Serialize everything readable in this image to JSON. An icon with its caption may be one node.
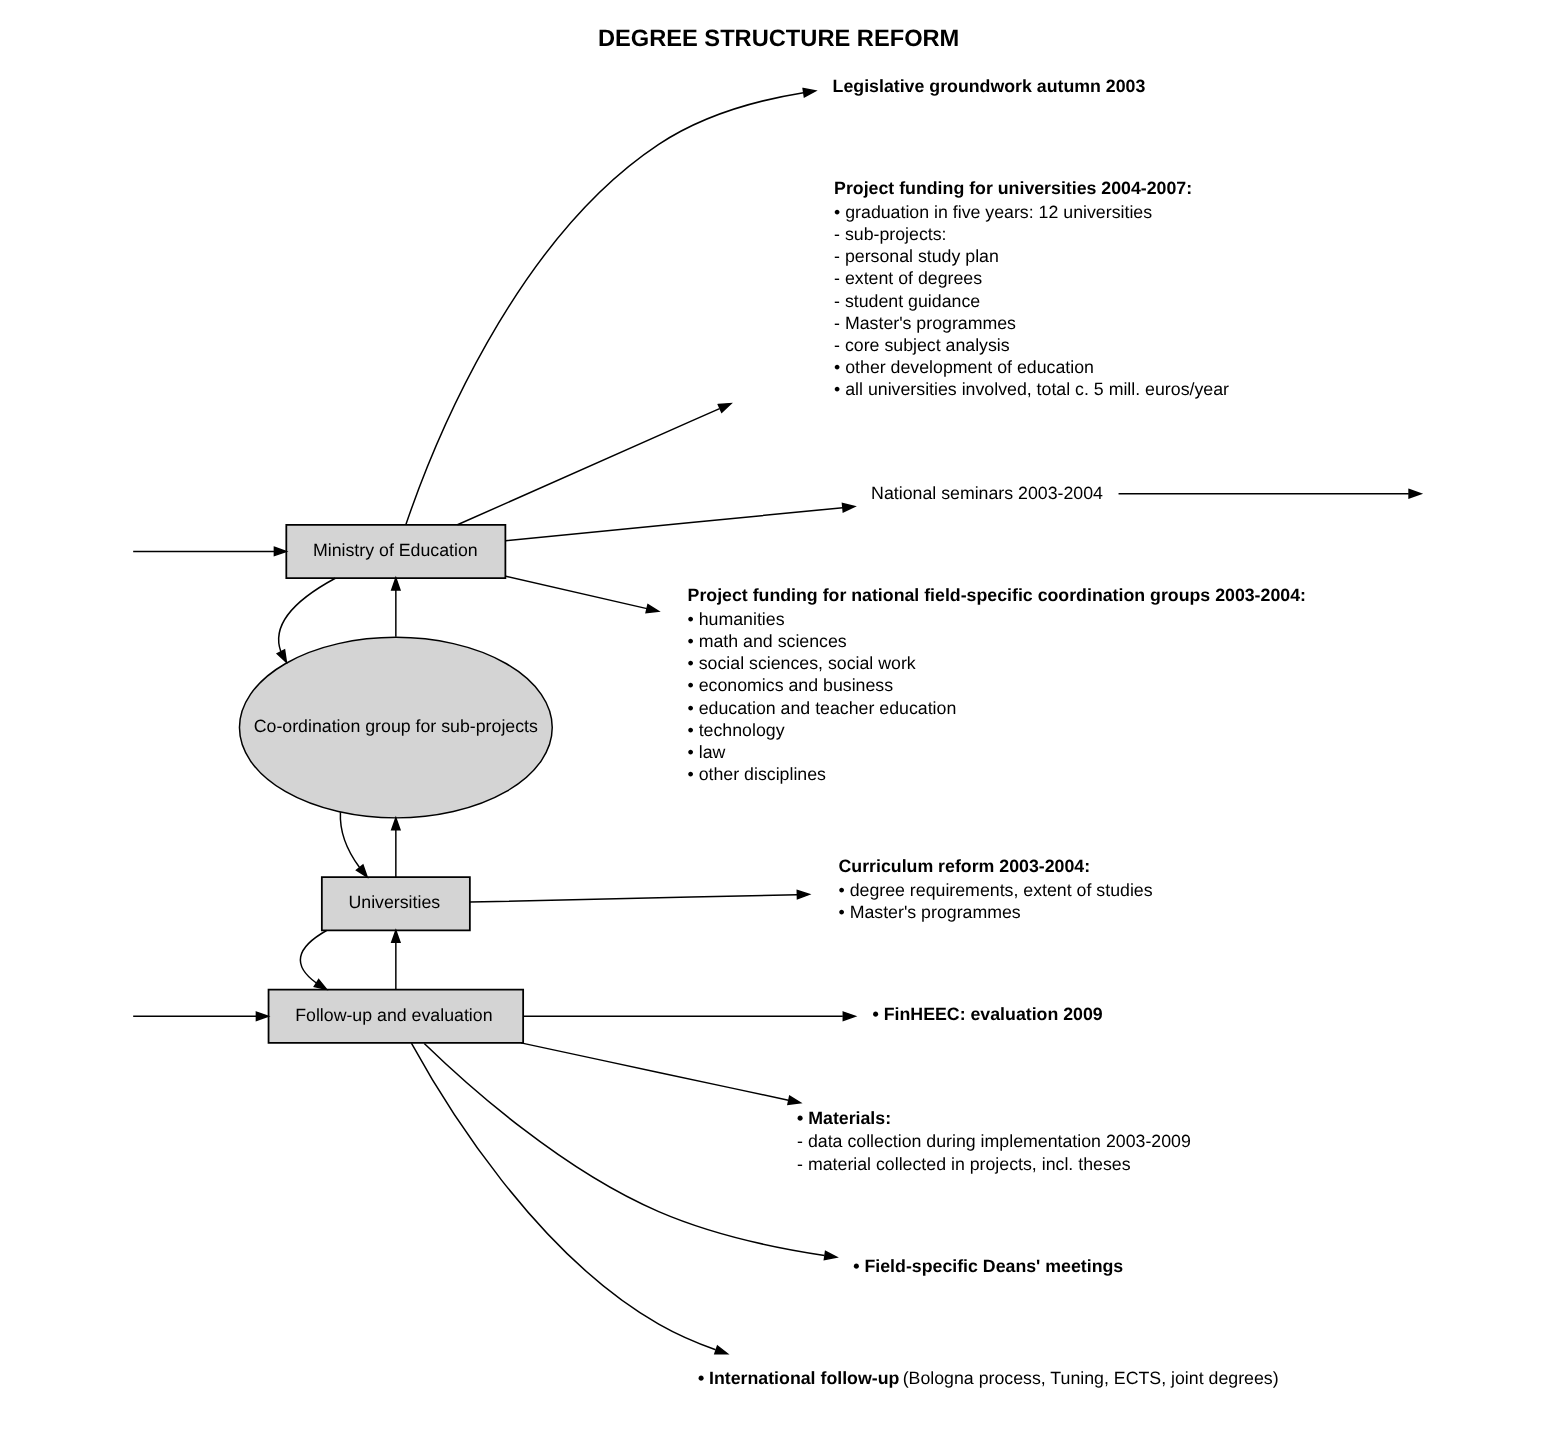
{
  "diagram": {
    "title": "DEGREE STRUCTURE REFORM",
    "nodes": [
      {
        "text": [
          "Ministry of Education"
        ]
      },
      {
        "text": [
          "Legislative groundwork autumn 2003"
        ]
      },
      {
        "text": [
          "Project funding for universities 2004-2007:",
          "• graduation in five years: 12 universities",
          "- sub-projects:",
          "- personal study plan",
          "- extent of degrees",
          "- student guidance",
          "- Master's programmes",
          "- core subject analysis",
          "• other development of education",
          "• all universities involved, total c. 5 mill. euros/year"
        ]
      },
      {
        "text": [
          "Co-ordination group for sub-projects"
        ]
      },
      {
        "text": [
          "National seminars 2003-2004"
        ]
      },
      {
        "text": [
          "Project funding for national field-specific coordination groups 2003-2004:",
          "• humanities",
          "• math and sciences",
          "• social sciences, social work",
          "• economics and business",
          "• education and teacher education",
          "• technology",
          "• law",
          "• other disciplines"
        ]
      },
      {
        "text": [
          "Universities"
        ]
      },
      {
        "text": [
          "Curriculum reform 2003-2004:",
          "• degree requirements, extent of studies",
          "• Master's programmes"
        ]
      },
      {
        "text": [
          "Follow-up and evaluation"
        ]
      },
      {
        "text": [
          "• FinHEEC: evaluation 2009"
        ]
      },
      {
        "text": [
          "• Materials:",
          "- data collection during implementation 2003-2009",
          "- material collected in projects, incl. theses"
        ]
      },
      {
        "text": [
          "• Field-specific Deans' meetings"
        ]
      },
      {
        "text": [
          "**• International follow-up** (Bologna process, Tuning, ECTS, joint degrees)"
        ]
      }
    ],
    "edges": [
      {
        "from": null,
        "to": 0,
        "arrow": "to"
      },
      {
        "from": null,
        "to": 8,
        "arrow": "to"
      },
      {
        "from": 0,
        "to": 1,
        "arrow": "to"
      },
      {
        "from": 0,
        "to": 2,
        "arrow": "to"
      },
      {
        "from": 3,
        "to": 0,
        "arrow": "to"
      },
      {
        "from": 0,
        "to": 3,
        "arrow": "to"
      },
      {
        "from": 0,
        "to": 4,
        "arrow": "to"
      },
      {
        "from": 0,
        "to": 5,
        "arrow": "to"
      },
      {
        "from": 6,
        "to": 3,
        "arrow": "to"
      },
      {
        "from": 3,
        "to": 6,
        "arrow": "to"
      },
      {
        "from": 4,
        "to": null,
        "arrow": "to"
      },
      {
        "from": 6,
        "to": 7,
        "arrow": "to"
      },
      {
        "from": 8,
        "to": 6,
        "arrow": "to"
      },
      {
        "from": 6,
        "to": 8,
        "arrow": "to"
      },
      {
        "from": 8,
        "to": 9,
        "arrow": "to"
      },
      {
        "from": 8,
        "to": 10,
        "arrow": "to"
      },
      {
        "from": 8,
        "to": 11,
        "arrow": "to"
      },
      {
        "from": 8,
        "to": 12,
        "arrow": "to"
      }
    ]
  }
}
